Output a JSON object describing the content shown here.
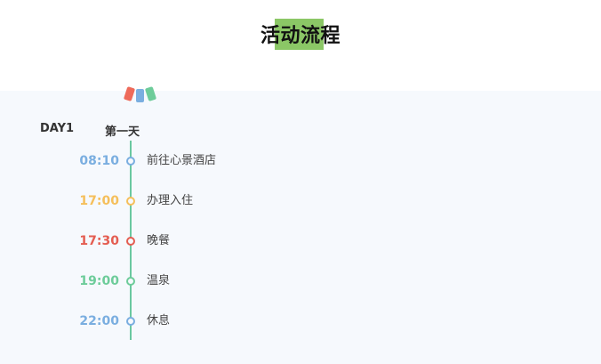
{
  "page": {
    "title": "活动流程"
  },
  "schedule": {
    "day_label": "DAY1",
    "day_sub": "第一天",
    "events": [
      {
        "time": "08:10",
        "desc": "前往心景酒店",
        "color": "#7aaee0"
      },
      {
        "time": "17:00",
        "desc": "办理入住",
        "color": "#f5bf5b"
      },
      {
        "time": "17:30",
        "desc": "晚餐",
        "color": "#e45d51"
      },
      {
        "time": "19:00",
        "desc": "温泉",
        "color": "#6dcc9a"
      },
      {
        "time": "22:00",
        "desc": "休息",
        "color": "#7aaee0"
      }
    ]
  },
  "colors": {
    "title_accent": "#8bc766",
    "panel_bg": "#f6f9fd",
    "timeline": "#6ac8a0"
  }
}
